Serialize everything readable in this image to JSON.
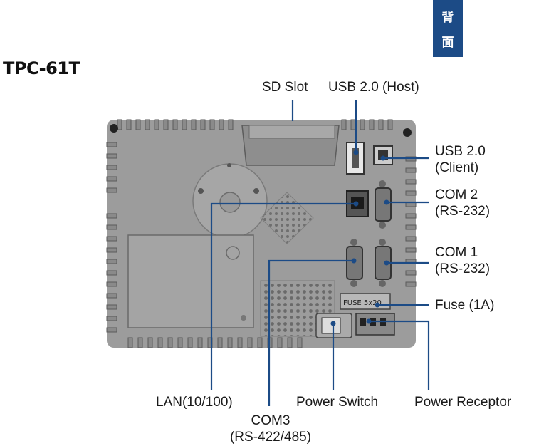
{
  "model": "TPC-61T",
  "tab": {
    "line1": "背",
    "line2": "面"
  },
  "labels": {
    "sd_slot": "SD Slot",
    "usb_host": "USB 2.0 (Host)",
    "usb_client_1": "USB 2.0",
    "usb_client_2": "(Client)",
    "com2_1": "COM 2",
    "com2_2": "(RS-232)",
    "com1_1": "COM 1",
    "com1_2": "(RS-232)",
    "fuse": "Fuse (1A)",
    "lan": "LAN(10/100)",
    "power_switch": "Power Switch",
    "power_receptor": "Power Receptor",
    "com3_1": "COM3",
    "com3_2": "(RS-422/485)"
  },
  "device": {
    "fuse_text": "FUSE 5x20"
  },
  "colors": {
    "tab_bg": "#1c4b86",
    "leader": "#1c4b86",
    "body": "#9a9a9a",
    "body_dark": "#707070"
  }
}
